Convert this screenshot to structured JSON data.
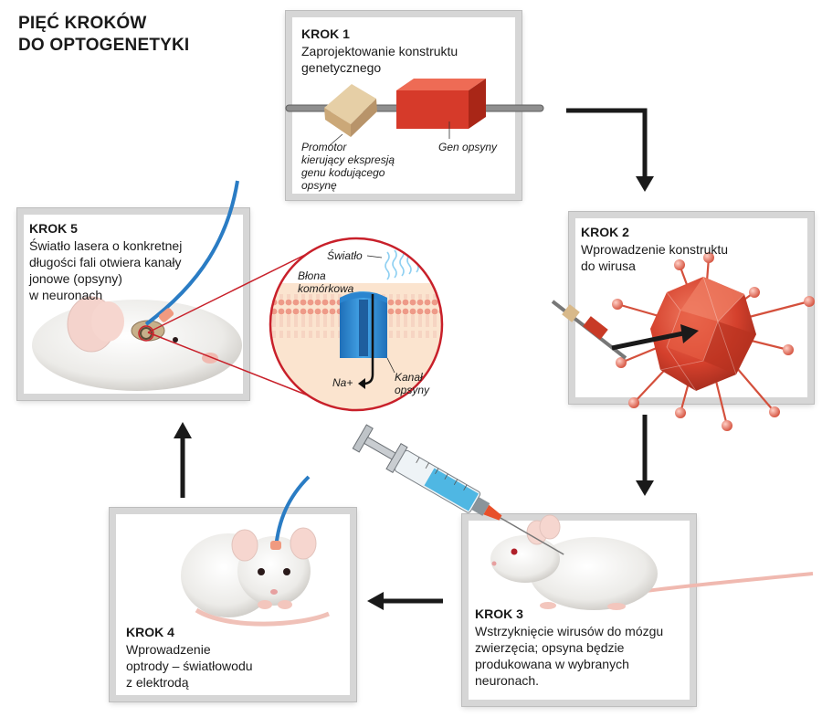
{
  "title": {
    "line1": "PIĘĆ KROKÓW",
    "line2": "DO OPTOGENETYKI"
  },
  "step1": {
    "heading": "KROK 1",
    "text_line1": "Zaprojektowanie konstruktu",
    "text_line2": "genetycznego",
    "promoter_label": [
      "Promotor",
      "kierujący ekspresją",
      "genu kodującego",
      "opsynę"
    ],
    "gene_label": "Gen opsyny"
  },
  "step2": {
    "heading": "KROK 2",
    "text_line1": "Wprowadzenie konstruktu",
    "text_line2": "do wirusa"
  },
  "step3": {
    "heading": "KROK 3",
    "text_line1": "Wstrzyknięcie wirusów do mózgu",
    "text_line2": "zwierzęcia; opsyna będzie",
    "text_line3": "produkowana w wybranych",
    "text_line4": "neuronach."
  },
  "step4": {
    "heading": "KROK 4",
    "text_line1": "Wprowadzenie",
    "text_line2": "optrody – światłowodu",
    "text_line3": "z elektrodą"
  },
  "step5": {
    "heading": "KROK 5",
    "text_line1": "Światło lasera o konkretnej",
    "text_line2": "długości fali otwiera kanały",
    "text_line3": "jonowe (opsyny)",
    "text_line4": "w neuronach"
  },
  "inset": {
    "light_label": "Światło",
    "membrane_label_line1": "Błona",
    "membrane_label_line2": "komórkowa",
    "ion_label": "Na+",
    "channel_label_line1": "Kanał",
    "channel_label_line2": "opsyny"
  },
  "colors": {
    "panel_border": "#d6d6d6",
    "gene_red": "#d63a2a",
    "promoter_tan": "#d8b98a",
    "virus_red": "#d4402c",
    "channel_blue": "#2f8fd6",
    "membrane_pink": "#f3a99a",
    "fiber_blue": "#2a7cc4",
    "arrow": "#1a1a1a"
  }
}
